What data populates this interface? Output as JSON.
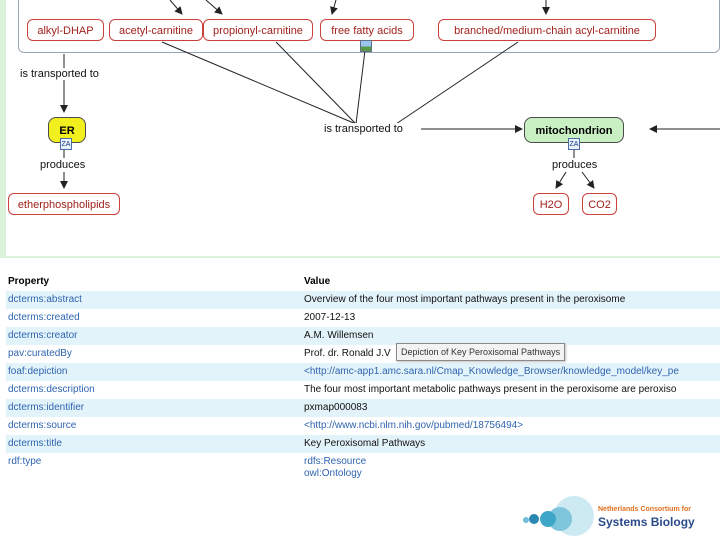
{
  "diagram": {
    "top_nodes": [
      "alkyl-DHAP",
      "acetyl-carnitine",
      "propionyl-carnitine",
      "free fatty acids",
      "branched/medium-chain acyl-carnitine"
    ],
    "edge_label_left": "is transported to",
    "edge_label_center": "is transported to",
    "er_label": "ER",
    "mito_label": "mitochondrion",
    "produces_left": "produces",
    "produces_right": "produces",
    "product_left": "etherphospholipids",
    "product_h2o": "H2O",
    "product_co2": "CO2",
    "badge_text": "ZA"
  },
  "table": {
    "header": {
      "property": "Property",
      "value": "Value"
    },
    "rows": [
      {
        "property": "dcterms:abstract",
        "value": "Overview of the four most important pathways present in the peroxisome"
      },
      {
        "property": "dcterms:created",
        "value": "2007-12-13"
      },
      {
        "property": "dcterms:creator",
        "value": "A.M. Willemsen"
      },
      {
        "property": "pav:curatedBy",
        "value": "Prof. dr. Ronald J.V"
      },
      {
        "property": "foaf:depiction",
        "value": "<http://amc-app1.amc.sara.nl/Cmap_Knowledge_Browser/knowledge_model/key_pe"
      },
      {
        "property": "dcterms:description",
        "value": "The four most important metabolic pathways present in the peroxisome are peroxiso"
      },
      {
        "property": "dcterms:identifier",
        "value": "pxmap000083"
      },
      {
        "property": "dcterms:source",
        "value": "<http://www.ncbi.nlm.nih.gov/pubmed/18756494>"
      },
      {
        "property": "dcterms:title",
        "value": "Key Peroxisomal Pathways"
      },
      {
        "property": "rdf:type",
        "value": "rdfs:Resource",
        "value2": "owl:Ontology"
      }
    ]
  },
  "tooltip": "Depiction of Key Peroxisomal Pathways",
  "logo": {
    "line1": "Netherlands Consortium for",
    "line2": "Systems Biology"
  }
}
